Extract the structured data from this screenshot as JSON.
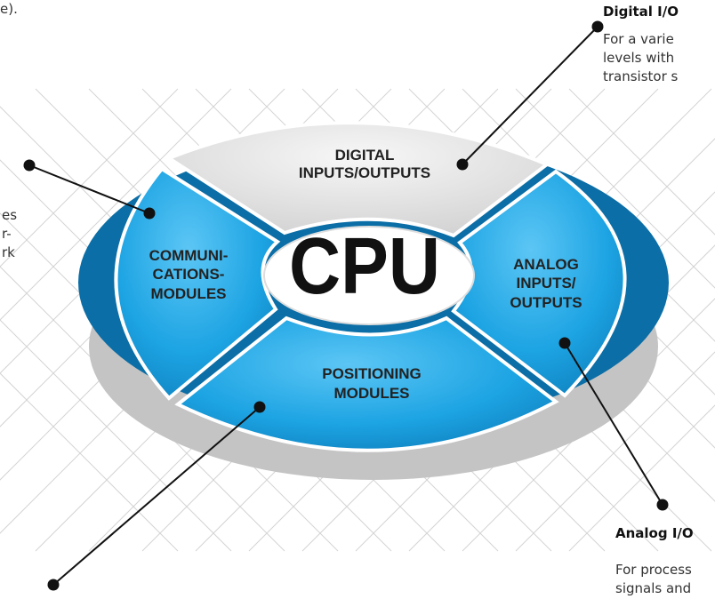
{
  "top_fragment": "e).",
  "digital_io": {
    "heading": "Digital I/O",
    "lines": [
      "For a varie",
      "levels with",
      "transistor s"
    ]
  },
  "analog_io": {
    "heading": "Analog I/O",
    "lines": [
      "For process",
      "signals and"
    ]
  },
  "left_fragments": [
    "es",
    "r-",
    "rk"
  ],
  "ring": {
    "center_label": "CPU",
    "segments": {
      "digital": [
        "DIGITAL",
        "INPUTS/OUTPUTS"
      ],
      "communications": [
        "COMMUNI-",
        "CATIONS-",
        "MODULES"
      ],
      "analog": [
        "ANALOG",
        "INPUTS/",
        "OUTPUTS"
      ],
      "positioning": [
        "POSITIONING",
        "MODULES"
      ]
    }
  },
  "colors": {
    "module_blue": "#1b9fe0",
    "module_grey": "#e6e6e6",
    "shadow": "#bdbdbd",
    "grid": "#d0d0d0"
  }
}
